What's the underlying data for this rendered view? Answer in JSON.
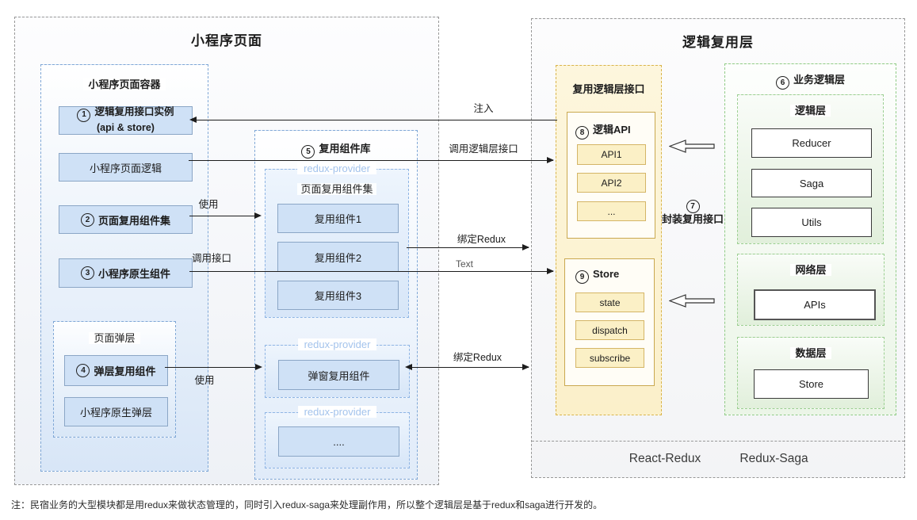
{
  "left_panel": {
    "title": "小程序页面",
    "container": {
      "title": "小程序页面容器",
      "boxes": [
        {
          "num": "1",
          "label": "逻辑复用接口实例",
          "label2": "(api & store)"
        },
        {
          "label": "小程序页面逻辑"
        },
        {
          "num": "2",
          "label": "页面复用组件集"
        },
        {
          "num": "3",
          "label": "小程序原生组件"
        }
      ],
      "popup": {
        "title": "页面弹层",
        "boxes": [
          {
            "num": "4",
            "label": "弹层复用组件"
          },
          {
            "label": "小程序原生弹层"
          }
        ]
      }
    },
    "library": {
      "num": "5",
      "title": "复用组件库",
      "providers": [
        {
          "label": "redux-provider",
          "title": "页面复用组件集",
          "items": [
            "复用组件1",
            "复用组件2",
            "复用组件3"
          ]
        },
        {
          "label": "redux-provider",
          "items": [
            "弹窗复用组件"
          ]
        },
        {
          "label": "redux-provider",
          "items": [
            "...."
          ]
        }
      ]
    }
  },
  "right_panel": {
    "title": "逻辑复用层",
    "interface": {
      "title": "复用逻辑层接口",
      "api_group": {
        "num": "8",
        "title": "逻辑API",
        "items": [
          "API1",
          "API2",
          "..."
        ]
      },
      "store_group": {
        "num": "9",
        "title": "Store",
        "items": [
          "state",
          "dispatch",
          "subscribe"
        ]
      }
    },
    "wrap_label": {
      "num": "7",
      "text": "封装复用接口"
    },
    "business": {
      "num": "6",
      "title": "业务逻辑层",
      "sections": [
        {
          "title": "逻辑层",
          "items": [
            "Reducer",
            "Saga",
            "Utils"
          ]
        },
        {
          "title": "网络层",
          "items": [
            "APIs"
          ]
        },
        {
          "title": "数据层",
          "items": [
            "Store"
          ]
        }
      ]
    },
    "footer": {
      "left": "React-Redux",
      "right": "Redux-Saga"
    }
  },
  "arrows": {
    "inject": "注入",
    "call_logic": "调用逻辑层接口",
    "use_upper": "使用",
    "call_api": "调用接口",
    "bind_redux_upper": "绑定Redux",
    "text_label": "Text",
    "bind_redux_lower": "绑定Redux",
    "use_lower": "使用"
  },
  "note": "注：民宿业务的大型模块都是用redux来做状态管理的，同时引入redux-saga来处理副作用，所以整个逻辑层是基于redux和saga进行开发的。",
  "colors": {
    "blue_box_fill": "#cfe1f6",
    "blue_box_border": "#8ba6c6",
    "blue_dash": "#7fa7d6",
    "provider_label": "#a3c3ec",
    "yellow_fill": "#fcf3d4",
    "yellow_dash": "#d9b44a",
    "yellow_item": "#fbf0c6",
    "green_dash": "#90cb86",
    "green_fill": "#ebf5e7",
    "panel_dash": "#979797",
    "arrow": "#1d1d1d"
  }
}
